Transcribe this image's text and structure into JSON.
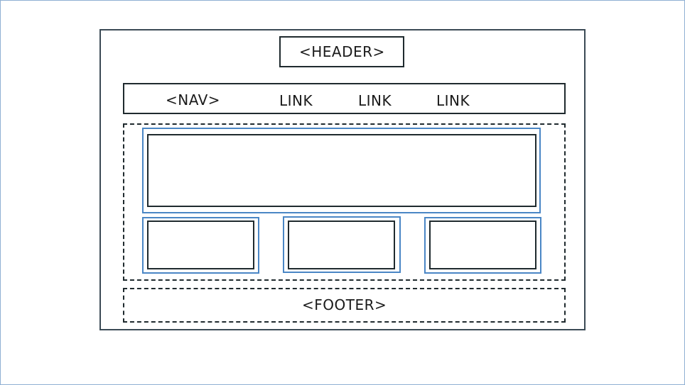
{
  "header": {
    "label": "<HEADER>"
  },
  "nav": {
    "label": "<NAV>",
    "links": [
      "LINK",
      "LINK",
      "LINK"
    ]
  },
  "footer": {
    "label": "<FOOTER>"
  },
  "colors": {
    "outline": "#1f2a2e",
    "accent_blue": "#4a86c5",
    "frame": "#8fb0d3"
  }
}
